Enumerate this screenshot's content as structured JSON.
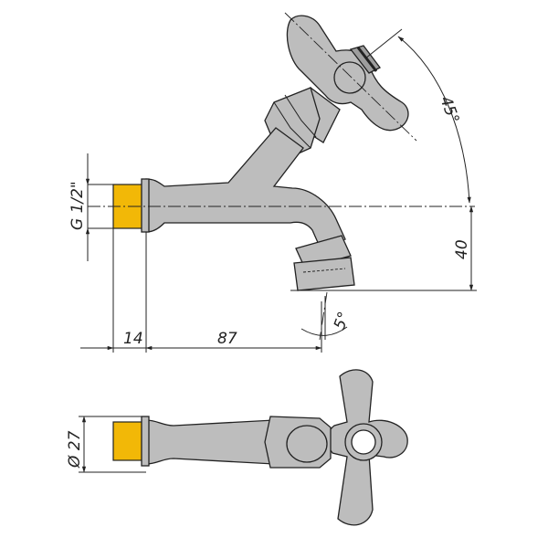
{
  "dimensions": {
    "thread_size": "G 1/2\"",
    "thread_length": "14",
    "body_length": "87",
    "outlet_height": "40",
    "diameter": "Ø 27",
    "handle_angle": "45°",
    "outlet_angle": "5°"
  },
  "colors": {
    "thread": "#f2b807",
    "body": "#bdbdbd",
    "outline": "#222222"
  }
}
